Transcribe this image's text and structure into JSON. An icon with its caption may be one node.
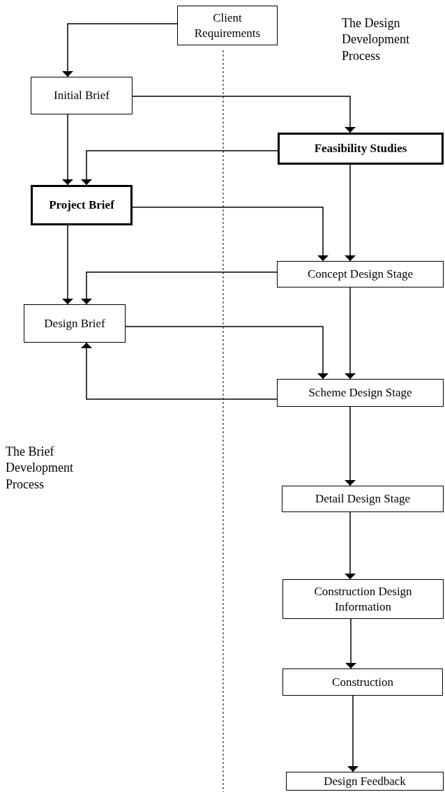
{
  "diagram": {
    "nodes": [
      {
        "text": [
          "Client Requirements"
        ]
      },
      {
        "text": [
          "Initial Brief"
        ]
      },
      {
        "text": [
          "Feasibility Studies"
        ]
      },
      {
        "text": [
          "Project Brief"
        ]
      },
      {
        "text": [
          "Concept Design Stage"
        ]
      },
      {
        "text": [
          "Design Brief"
        ]
      },
      {
        "text": [
          "Scheme Design Stage"
        ]
      },
      {
        "text": [
          "Detail Design Stage"
        ]
      },
      {
        "text": [
          "Construction Design Information"
        ]
      },
      {
        "text": [
          "Construction"
        ]
      },
      {
        "text": [
          "Design Feedback"
        ]
      }
    ],
    "edges": [
      {
        "from": 0,
        "to": 1,
        "arrow": "to"
      },
      {
        "from": 1,
        "to": 2,
        "arrow": "to"
      },
      {
        "from": 1,
        "to": 3,
        "arrow": "to"
      },
      {
        "from": 2,
        "to": 3,
        "arrow": "to"
      },
      {
        "from": 3,
        "to": 4,
        "arrow": "to"
      },
      {
        "from": 2,
        "to": 4,
        "arrow": "to"
      },
      {
        "from": 3,
        "to": 5,
        "arrow": "to"
      },
      {
        "from": 4,
        "to": 5,
        "arrow": "to"
      },
      {
        "from": 5,
        "to": 6,
        "arrow": "to"
      },
      {
        "from": 4,
        "to": 6,
        "arrow": "to"
      },
      {
        "from": 6,
        "to": 5,
        "arrow": "to"
      },
      {
        "from": 6,
        "to": 7,
        "arrow": "to"
      },
      {
        "from": 7,
        "to": 8,
        "arrow": "to"
      },
      {
        "from": 8,
        "to": 9,
        "arrow": "to"
      },
      {
        "from": 9,
        "to": 10,
        "arrow": "to"
      }
    ],
    "labels": [
      "The Design Development Process",
      "The Brief Development Process"
    ]
  }
}
